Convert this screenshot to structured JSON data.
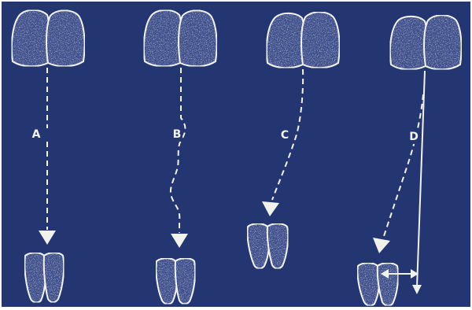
{
  "colors": {
    "background": "#243672",
    "outline": "#f2f2ec",
    "tooth_fill": "#3c4f8e"
  },
  "diagram": {
    "panels": [
      {
        "label": "A",
        "path_style": "straight dashed"
      },
      {
        "label": "B",
        "path_style": "wavy dashed"
      },
      {
        "label": "C",
        "path_style": "curved dashed"
      },
      {
        "label": "D",
        "path_style": "curved dashed with solid reference line and double arrow"
      }
    ]
  }
}
